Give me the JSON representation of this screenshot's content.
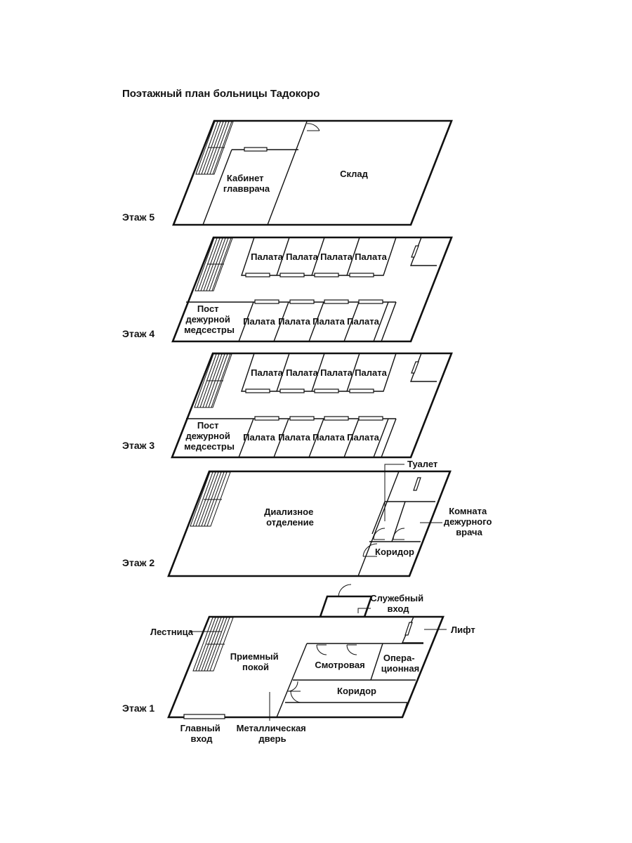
{
  "title": "Поэтажный план больницы Тадокоро",
  "floors": {
    "f5": {
      "label": "Этаж 5",
      "rooms": {
        "director": [
          "Кабинет",
          "главврача"
        ],
        "storage": [
          "Склад"
        ]
      }
    },
    "f4": {
      "label": "Этаж 4",
      "ward": "Палата",
      "nurse_station": [
        "Пост",
        "дежурной",
        "медсестры"
      ]
    },
    "f3": {
      "label": "Этаж 3",
      "ward": "Палата",
      "nurse_station": [
        "Пост",
        "дежурной",
        "медсестры"
      ]
    },
    "f2": {
      "label": "Этаж 2",
      "rooms": {
        "dialysis": [
          "Диализное",
          "отделение"
        ],
        "corridor": [
          "Коридор"
        ]
      },
      "callouts": {
        "toilet": [
          "Туалет"
        ],
        "duty_doctor": [
          "Комната",
          "дежурного",
          "врача"
        ]
      }
    },
    "f1": {
      "label": "Этаж 1",
      "rooms": {
        "reception": [
          "Приемный",
          "покой"
        ],
        "exam": [
          "Смотровая"
        ],
        "operating": [
          "Опера-",
          "ционная"
        ],
        "corridor": [
          "Коридор"
        ]
      },
      "callouts": {
        "stairs": [
          "Лестница"
        ],
        "service_entrance": [
          "Служебный",
          "вход"
        ],
        "elevator": [
          "Лифт"
        ],
        "main_entrance": [
          "Главный",
          "вход"
        ],
        "metal_door": [
          "Металлическая",
          "дверь"
        ]
      }
    }
  }
}
